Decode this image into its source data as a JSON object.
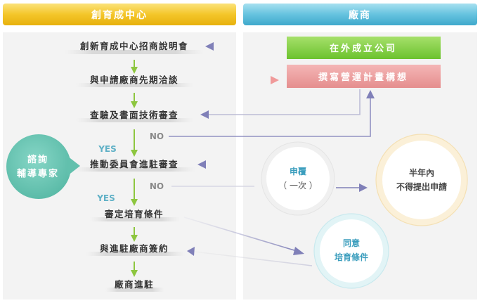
{
  "headers": {
    "left": "創育成中心",
    "right": "廠商"
  },
  "steps": [
    "創新育成中心招商說明會",
    "與申請廠商先期洽談",
    "查驗及書面技術審查",
    "推動委員會進駐審查",
    "審定培育條件",
    "與進駐廠商簽約",
    "廠商進駐"
  ],
  "labels": {
    "yes1": "YES",
    "yes2": "YES",
    "no1": "NO",
    "no2": "NO"
  },
  "boxes": {
    "green": "在外成立公司",
    "pink": "撰寫營運計畫構想"
  },
  "circles": {
    "consult_line1": "諮詢",
    "consult_line2": "輔導專家",
    "review_line1": "申覆",
    "review_line2": "（ 一次 ）",
    "halfyear_line1": "半年內",
    "halfyear_line2": "不得提出申請",
    "agree_line1": "同意",
    "agree_line2": "培育條件"
  },
  "colors": {
    "left_header": "#f2c21d",
    "right_header": "#62c1de",
    "green_box": "#7ecf3b",
    "pink_box": "#ec9c9c",
    "teal_circle": "#6cc6b4",
    "flow_arrow": "#8dc63f",
    "back_arrow": "#8080b8",
    "pink_arrow": "#f09a9a"
  }
}
